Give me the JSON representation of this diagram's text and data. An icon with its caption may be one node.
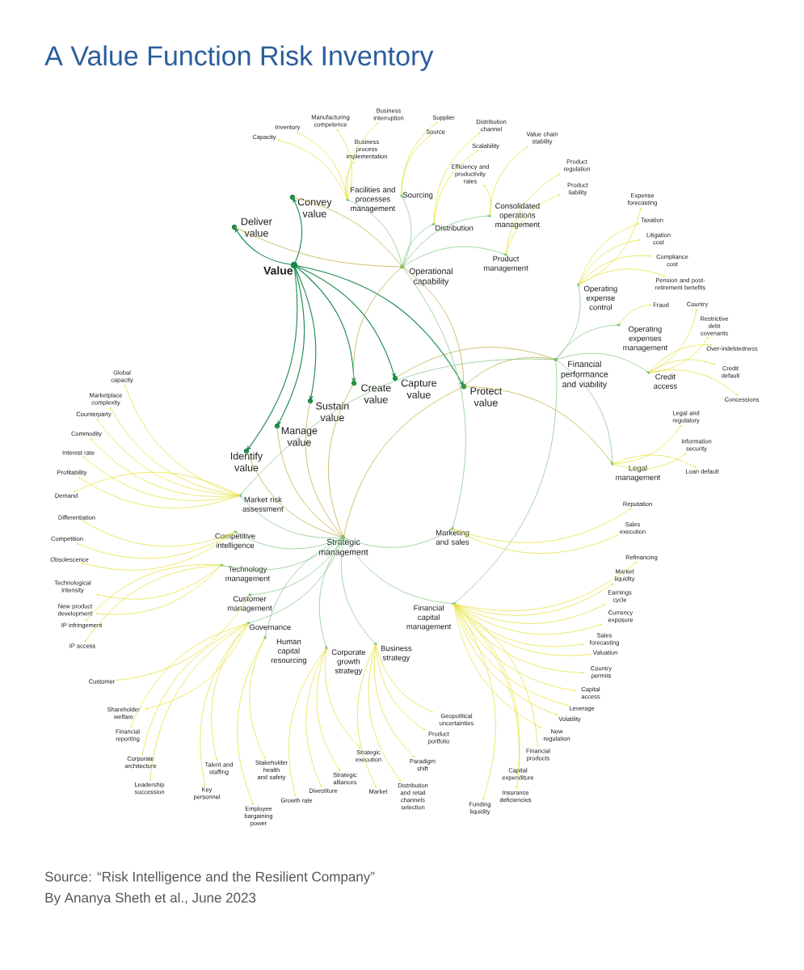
{
  "diagram": {
    "title": "A Value Function Risk Inventory",
    "caption": "Source: “Risk Intelligence and the Resilient Company”",
    "labels": [
      "By Ananya Sheth et al., June 2023"
    ],
    "nodes": [
      {
        "text": [
          "Value"
        ]
      },
      {
        "text": [
          "Deliver value"
        ]
      },
      {
        "text": [
          "Convey value"
        ]
      },
      {
        "text": [
          "Identify value"
        ]
      },
      {
        "text": [
          "Manage value"
        ]
      },
      {
        "text": [
          "Sustain value"
        ]
      },
      {
        "text": [
          "Create value"
        ]
      },
      {
        "text": [
          "Capture value"
        ]
      },
      {
        "text": [
          "Protect value"
        ]
      },
      {
        "text": [
          "Operational capability"
        ]
      },
      {
        "text": [
          "Financial performance and viability"
        ]
      },
      {
        "text": [
          "Strategic management"
        ]
      },
      {
        "text": [
          "Facilities and processes management"
        ]
      },
      {
        "text": [
          "Sourcing"
        ]
      },
      {
        "text": [
          "Distribution"
        ]
      },
      {
        "text": [
          "Consolidated operations management"
        ]
      },
      {
        "text": [
          "Product management"
        ]
      },
      {
        "text": [
          "Operating expense control"
        ]
      },
      {
        "text": [
          "Operating expenses management"
        ]
      },
      {
        "text": [
          "Credit access"
        ]
      },
      {
        "text": [
          "Legal management"
        ]
      },
      {
        "text": [
          "Market risk assessment"
        ]
      },
      {
        "text": [
          "Competitive intelligence"
        ]
      },
      {
        "text": [
          "Technology management"
        ]
      },
      {
        "text": [
          "Customer management"
        ]
      },
      {
        "text": [
          "Governance"
        ]
      },
      {
        "text": [
          "Human capital resourcing"
        ]
      },
      {
        "text": [
          "Corporate growth strategy"
        ]
      },
      {
        "text": [
          "Business strategy"
        ]
      },
      {
        "text": [
          "Marketing and sales"
        ]
      },
      {
        "text": [
          "Financial capital management"
        ]
      },
      {
        "text": [
          "Capacity"
        ]
      },
      {
        "text": [
          "Inventory"
        ]
      },
      {
        "text": [
          "Manufacturing competence"
        ]
      },
      {
        "text": [
          "Business interruption"
        ]
      },
      {
        "text": [
          "Business process implementation"
        ]
      },
      {
        "text": [
          "Supplier"
        ]
      },
      {
        "text": [
          "Source"
        ]
      },
      {
        "text": [
          "Distribution channel"
        ]
      },
      {
        "text": [
          "Scalability"
        ]
      },
      {
        "text": [
          "Efficiency and productivity rates"
        ]
      },
      {
        "text": [
          "Value chain stability"
        ]
      },
      {
        "text": [
          "Product regulation"
        ]
      },
      {
        "text": [
          "Product liability"
        ]
      },
      {
        "text": [
          "Expense forecasting"
        ]
      },
      {
        "text": [
          "Taxation"
        ]
      },
      {
        "text": [
          "Litigation cost"
        ]
      },
      {
        "text": [
          "Compliance cost"
        ]
      },
      {
        "text": [
          "Pension and post-retirement benefits"
        ]
      },
      {
        "text": [
          "Fraud"
        ]
      },
      {
        "text": [
          "Country"
        ]
      },
      {
        "text": [
          "Restrictive debt covenants"
        ]
      },
      {
        "text": [
          "Over-indebtedness"
        ]
      },
      {
        "text": [
          "Credit default"
        ]
      },
      {
        "text": [
          "Concessions"
        ]
      },
      {
        "text": [
          "Legal and regulatory"
        ]
      },
      {
        "text": [
          "Information security"
        ]
      },
      {
        "text": [
          "Loan default"
        ]
      },
      {
        "text": [
          "Reputation"
        ]
      },
      {
        "text": [
          "Sales execution"
        ]
      },
      {
        "text": [
          "Refinancing"
        ]
      },
      {
        "text": [
          "Market liquidity"
        ]
      },
      {
        "text": [
          "Earnings cycle"
        ]
      },
      {
        "text": [
          "Currency exposure"
        ]
      },
      {
        "text": [
          "Sales forecasting"
        ]
      },
      {
        "text": [
          "Valuation"
        ]
      },
      {
        "text": [
          "Country permits"
        ]
      },
      {
        "text": [
          "Capital access"
        ]
      },
      {
        "text": [
          "Leverage"
        ]
      },
      {
        "text": [
          "Volatility"
        ]
      },
      {
        "text": [
          "New regulation"
        ]
      },
      {
        "text": [
          "Financial products"
        ]
      },
      {
        "text": [
          "Capital expenditure"
        ]
      },
      {
        "text": [
          "Insurance deficiencies"
        ]
      },
      {
        "text": [
          "Funding liquidity"
        ]
      },
      {
        "text": [
          "Geopolitical uncertainties"
        ]
      },
      {
        "text": [
          "Product portfolio"
        ]
      },
      {
        "text": [
          "Paradigm shift"
        ]
      },
      {
        "text": [
          "Distribution and retail channels selection"
        ]
      },
      {
        "text": [
          "Market"
        ]
      },
      {
        "text": [
          "Strategic execution"
        ]
      },
      {
        "text": [
          "Strategic alliances"
        ]
      },
      {
        "text": [
          "Divestiture"
        ]
      },
      {
        "text": [
          "Growth rate"
        ]
      },
      {
        "text": [
          "Customer"
        ]
      },
      {
        "text": [
          "Shareholder welfare"
        ]
      },
      {
        "text": [
          "Financial reporting"
        ]
      },
      {
        "text": [
          "Corporate architecture"
        ]
      },
      {
        "text": [
          "Leadership succession"
        ]
      },
      {
        "text": [
          "Talent and staffing"
        ]
      },
      {
        "text": [
          "Key personnel"
        ]
      },
      {
        "text": [
          "Stakeholder health and safety"
        ]
      },
      {
        "text": [
          "Employee bargaining power"
        ]
      },
      {
        "text": [
          "Global capacity"
        ]
      },
      {
        "text": [
          "Marketplace complexity"
        ]
      },
      {
        "text": [
          "Counterparty"
        ]
      },
      {
        "text": [
          "Commodity"
        ]
      },
      {
        "text": [
          "Interest rate"
        ]
      },
      {
        "text": [
          "Profitability"
        ]
      },
      {
        "text": [
          "Demand"
        ]
      },
      {
        "text": [
          "Differentiation"
        ]
      },
      {
        "text": [
          "Competition"
        ]
      },
      {
        "text": [
          "Obsolescence"
        ]
      },
      {
        "text": [
          "Technological intensity"
        ]
      },
      {
        "text": [
          "New product development"
        ]
      },
      {
        "text": [
          "IP infringement"
        ]
      },
      {
        "text": [
          "IP access"
        ]
      }
    ],
    "edges": [
      {
        "from": 0,
        "to": 1,
        "arrow": "to",
        "color": "#17894a"
      },
      {
        "from": 0,
        "to": 2,
        "arrow": "to",
        "color": "#17894a"
      },
      {
        "from": 0,
        "to": 3,
        "arrow": "to",
        "color": "#17894a"
      },
      {
        "from": 0,
        "to": 4,
        "arrow": "to",
        "color": "#17894a"
      },
      {
        "from": 0,
        "to": 5,
        "arrow": "to",
        "color": "#17894a"
      },
      {
        "from": 0,
        "to": 6,
        "arrow": "to",
        "color": "#17894a"
      },
      {
        "from": 0,
        "to": 7,
        "arrow": "to",
        "color": "#17894a"
      },
      {
        "from": 0,
        "to": 8,
        "arrow": "to",
        "color": "#17894a"
      },
      {
        "from": 1,
        "to": 9,
        "arrow": "to",
        "color": "#b8a530"
      },
      {
        "from": 2,
        "to": 9,
        "arrow": "to",
        "color": "#b8a530"
      },
      {
        "from": 6,
        "to": 9,
        "arrow": "to",
        "color": "#b8a530"
      },
      {
        "from": 8,
        "to": 9,
        "arrow": "to",
        "color": "#b8a530"
      },
      {
        "from": 7,
        "to": 10,
        "arrow": "to",
        "color": "#b8a530"
      },
      {
        "from": 8,
        "to": 10,
        "arrow": "to",
        "color": "#b8a530"
      },
      {
        "from": 8,
        "to": 20,
        "arrow": "to",
        "color": "#b8a530"
      },
      {
        "from": 3,
        "to": 11,
        "arrow": "to",
        "color": "#b8a530"
      },
      {
        "from": 4,
        "to": 11,
        "arrow": "to",
        "color": "#b8a530"
      },
      {
        "from": 5,
        "to": 11,
        "arrow": "to",
        "color": "#b8a530"
      },
      {
        "from": 6,
        "to": 11,
        "arrow": "to",
        "color": "#b8a530"
      },
      {
        "from": 8,
        "to": 11,
        "arrow": "to",
        "color": "#b8a530"
      },
      {
        "from": 9,
        "to": 12,
        "arrow": "to",
        "color": "#7cc47f"
      },
      {
        "from": 9,
        "to": 13,
        "arrow": "to",
        "color": "#7cc47f"
      },
      {
        "from": 9,
        "to": 14,
        "arrow": "to",
        "color": "#7cc47f"
      },
      {
        "from": 9,
        "to": 15,
        "arrow": "to",
        "color": "#7cc47f"
      },
      {
        "from": 9,
        "to": 16,
        "arrow": "to",
        "color": "#7cc47f"
      },
      {
        "from": 9,
        "to": 29,
        "arrow": "to",
        "color": "#7cc47f"
      },
      {
        "from": 10,
        "to": 17,
        "arrow": "to",
        "color": "#7cc47f"
      },
      {
        "from": 10,
        "to": 18,
        "arrow": "to",
        "color": "#7cc47f"
      },
      {
        "from": 10,
        "to": 19,
        "arrow": "to",
        "color": "#7cc47f"
      },
      {
        "from": 10,
        "to": 20,
        "arrow": "to",
        "color": "#7cc47f"
      },
      {
        "from": 10,
        "to": 30,
        "arrow": "to",
        "color": "#7cc47f"
      },
      {
        "from": 10,
        "to": 21,
        "arrow": "to",
        "color": "#7cc47f"
      },
      {
        "from": 11,
        "to": 21,
        "arrow": "to",
        "color": "#7cc47f"
      },
      {
        "from": 11,
        "to": 22,
        "arrow": "to",
        "color": "#7cc47f"
      },
      {
        "from": 11,
        "to": 23,
        "arrow": "to",
        "color": "#7cc47f"
      },
      {
        "from": 11,
        "to": 24,
        "arrow": "to",
        "color": "#7cc47f"
      },
      {
        "from": 11,
        "to": 25,
        "arrow": "to",
        "color": "#7cc47f"
      },
      {
        "from": 11,
        "to": 26,
        "arrow": "to",
        "color": "#7cc47f"
      },
      {
        "from": 11,
        "to": 27,
        "arrow": "to",
        "color": "#7cc47f"
      },
      {
        "from": 11,
        "to": 28,
        "arrow": "to",
        "color": "#7cc47f"
      },
      {
        "from": 11,
        "to": 29,
        "arrow": "to",
        "color": "#7cc47f"
      },
      {
        "from": 11,
        "to": 30,
        "arrow": "to",
        "color": "#7cc47f"
      },
      {
        "from": 12,
        "to": 31,
        "arrow": "to"
      },
      {
        "from": 12,
        "to": 32,
        "arrow": "to"
      },
      {
        "from": 12,
        "to": 33,
        "arrow": "to"
      },
      {
        "from": 12,
        "to": 34,
        "arrow": "to"
      },
      {
        "from": 12,
        "to": 35,
        "arrow": "to"
      },
      {
        "from": 13,
        "to": 36,
        "arrow": "to"
      },
      {
        "from": 13,
        "to": 37,
        "arrow": "to"
      },
      {
        "from": 14,
        "to": 38,
        "arrow": "to"
      },
      {
        "from": 14,
        "to": 39,
        "arrow": "to"
      },
      {
        "from": 15,
        "to": 40,
        "arrow": "to"
      },
      {
        "from": 15,
        "to": 41,
        "arrow": "to"
      },
      {
        "from": 16,
        "to": 42,
        "arrow": "to"
      },
      {
        "from": 16,
        "to": 43,
        "arrow": "to"
      },
      {
        "from": 17,
        "to": 44,
        "arrow": "to"
      },
      {
        "from": 17,
        "to": 45,
        "arrow": "to"
      },
      {
        "from": 17,
        "to": 46,
        "arrow": "to"
      },
      {
        "from": 17,
        "to": 47,
        "arrow": "to"
      },
      {
        "from": 17,
        "to": 48,
        "arrow": "to"
      },
      {
        "from": 18,
        "to": 49,
        "arrow": "to"
      },
      {
        "from": 19,
        "to": 50,
        "arrow": "to"
      },
      {
        "from": 19,
        "to": 51,
        "arrow": "to"
      },
      {
        "from": 19,
        "to": 52,
        "arrow": "to"
      },
      {
        "from": 19,
        "to": 53,
        "arrow": "to"
      },
      {
        "from": 19,
        "to": 54,
        "arrow": "to"
      },
      {
        "from": 20,
        "to": 55,
        "arrow": "to"
      },
      {
        "from": 20,
        "to": 56,
        "arrow": "to"
      },
      {
        "from": 20,
        "to": 57,
        "arrow": "to"
      },
      {
        "from": 29,
        "to": 58,
        "arrow": "to"
      },
      {
        "from": 29,
        "to": 59,
        "arrow": "to"
      },
      {
        "from": 30,
        "to": 60,
        "arrow": "to"
      },
      {
        "from": 30,
        "to": 61,
        "arrow": "to"
      },
      {
        "from": 30,
        "to": 62,
        "arrow": "to"
      },
      {
        "from": 30,
        "to": 63,
        "arrow": "to"
      },
      {
        "from": 30,
        "to": 64,
        "arrow": "to"
      },
      {
        "from": 30,
        "to": 65,
        "arrow": "to"
      },
      {
        "from": 30,
        "to": 66,
        "arrow": "to"
      },
      {
        "from": 30,
        "to": 67,
        "arrow": "to"
      },
      {
        "from": 30,
        "to": 68,
        "arrow": "to"
      },
      {
        "from": 30,
        "to": 69,
        "arrow": "to"
      },
      {
        "from": 30,
        "to": 70,
        "arrow": "to"
      },
      {
        "from": 30,
        "to": 71,
        "arrow": "to"
      },
      {
        "from": 30,
        "to": 72,
        "arrow": "to"
      },
      {
        "from": 30,
        "to": 73,
        "arrow": "to"
      },
      {
        "from": 30,
        "to": 74,
        "arrow": "to"
      },
      {
        "from": 28,
        "to": 75,
        "arrow": "to"
      },
      {
        "from": 28,
        "to": 76,
        "arrow": "to"
      },
      {
        "from": 28,
        "to": 77,
        "arrow": "to"
      },
      {
        "from": 28,
        "to": 78,
        "arrow": "to"
      },
      {
        "from": 28,
        "to": 79,
        "arrow": "to"
      },
      {
        "from": 27,
        "to": 80,
        "arrow": "to"
      },
      {
        "from": 27,
        "to": 81,
        "arrow": "to"
      },
      {
        "from": 27,
        "to": 82,
        "arrow": "to"
      },
      {
        "from": 27,
        "to": 83,
        "arrow": "to"
      },
      {
        "from": 24,
        "to": 84,
        "arrow": "to"
      },
      {
        "from": 25,
        "to": 85,
        "arrow": "to"
      },
      {
        "from": 25,
        "to": 86,
        "arrow": "to"
      },
      {
        "from": 25,
        "to": 87,
        "arrow": "to"
      },
      {
        "from": 25,
        "to": 88,
        "arrow": "to"
      },
      {
        "from": 25,
        "to": 89,
        "arrow": "to"
      },
      {
        "from": 25,
        "to": 90,
        "arrow": "to"
      },
      {
        "from": 26,
        "to": 91,
        "arrow": "to"
      },
      {
        "from": 26,
        "to": 92,
        "arrow": "to"
      },
      {
        "from": 21,
        "to": 93,
        "arrow": "to"
      },
      {
        "from": 21,
        "to": 94,
        "arrow": "to"
      },
      {
        "from": 21,
        "to": 95,
        "arrow": "to"
      },
      {
        "from": 21,
        "to": 96,
        "arrow": "to"
      },
      {
        "from": 21,
        "to": 97,
        "arrow": "to"
      },
      {
        "from": 21,
        "to": 98,
        "arrow": "to"
      },
      {
        "from": 21,
        "to": 99,
        "arrow": "to"
      },
      {
        "from": 22,
        "to": 100,
        "arrow": "to"
      },
      {
        "from": 22,
        "to": 101,
        "arrow": "to"
      },
      {
        "from": 22,
        "to": 102,
        "arrow": "to"
      },
      {
        "from": 23,
        "to": 103,
        "arrow": "to"
      },
      {
        "from": 23,
        "to": 104,
        "arrow": "to"
      },
      {
        "from": 23,
        "to": 105,
        "arrow": "to"
      },
      {
        "from": 23,
        "to": 106,
        "arrow": "to"
      }
    ]
  }
}
